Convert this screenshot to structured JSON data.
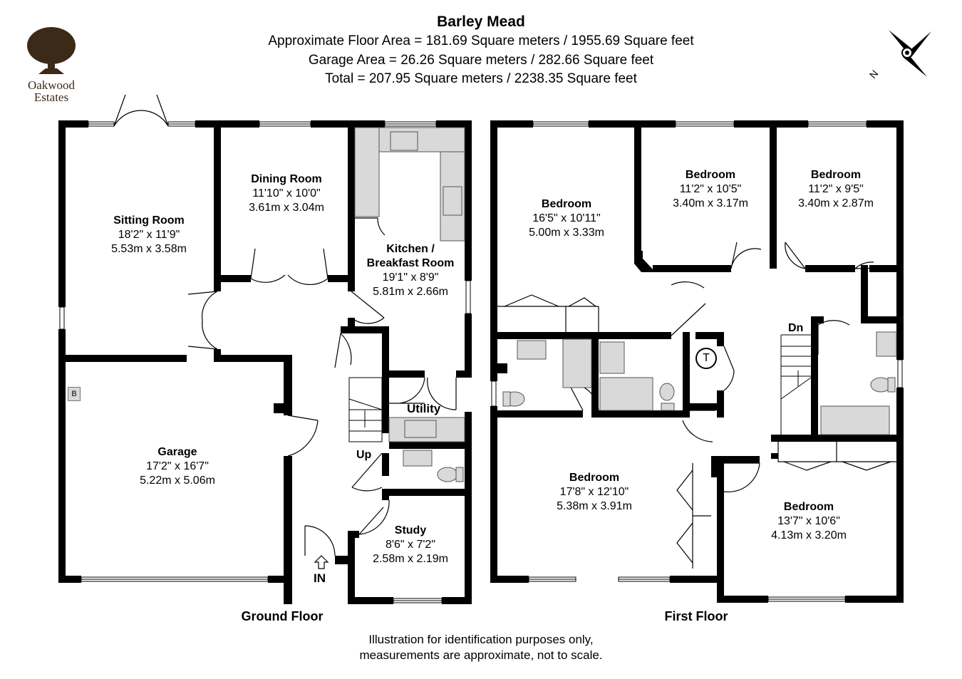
{
  "header": {
    "title": "Barley Mead",
    "line1": "Approximate Floor Area = 181.69 Square meters / 1955.69 Square feet",
    "line2": "Garage Area = 26.26 Square meters / 282.66 Square feet",
    "line3": "Total = 207.95 Square meters / 2238.35 Square feet"
  },
  "logo": {
    "line1": "Oakwood",
    "line2": "Estates"
  },
  "compass": {
    "label": "N"
  },
  "ground_floor": {
    "label": "Ground Floor",
    "rooms": [
      {
        "name": "Sitting Room",
        "imperial": "18'2\" x 11'9\"",
        "metric": "5.53m x 3.58m"
      },
      {
        "name": "Dining Room",
        "imperial": "11'10\" x 10'0\"",
        "metric": "3.61m x 3.04m"
      },
      {
        "name": "Kitchen /",
        "name2": "Breakfast Room",
        "imperial": "19'1\" x 8'9\"",
        "metric": "5.81m x 2.66m"
      },
      {
        "name": "Garage",
        "imperial": "17'2\" x 16'7\"",
        "metric": "5.22m x 5.06m"
      },
      {
        "name": "Study",
        "imperial": "8'6\" x 7'2\"",
        "metric": "2.58m x 2.19m"
      }
    ],
    "utility_label": "Utility",
    "up_label": "Up",
    "entrance_label": "IN",
    "boiler_label": "B"
  },
  "first_floor": {
    "label": "First Floor",
    "rooms": [
      {
        "name": "Bedroom",
        "imperial": "16'5\" x 10'11\"",
        "metric": "5.00m x 3.33m"
      },
      {
        "name": "Bedroom",
        "imperial": "11'2\" x 10'5\"",
        "metric": "3.40m x 3.17m"
      },
      {
        "name": "Bedroom",
        "imperial": "11'2\" x 9'5\"",
        "metric": "3.40m x 2.87m"
      },
      {
        "name": "Bedroom",
        "imperial": "17'8\" x 12'10\"",
        "metric": "5.38m x 3.91m"
      },
      {
        "name": "Bedroom",
        "imperial": "13'7\" x 10'6\"",
        "metric": "4.13m x 3.20m"
      }
    ],
    "down_label": "Dn",
    "tank_label": "T"
  },
  "footer": {
    "line1": "Illustration for identification purposes only,",
    "line2": "measurements are approximate, not to scale."
  },
  "colors": {
    "wall": "#000000",
    "fixture": "#d9d9d9",
    "logo": "#3c2a18"
  }
}
